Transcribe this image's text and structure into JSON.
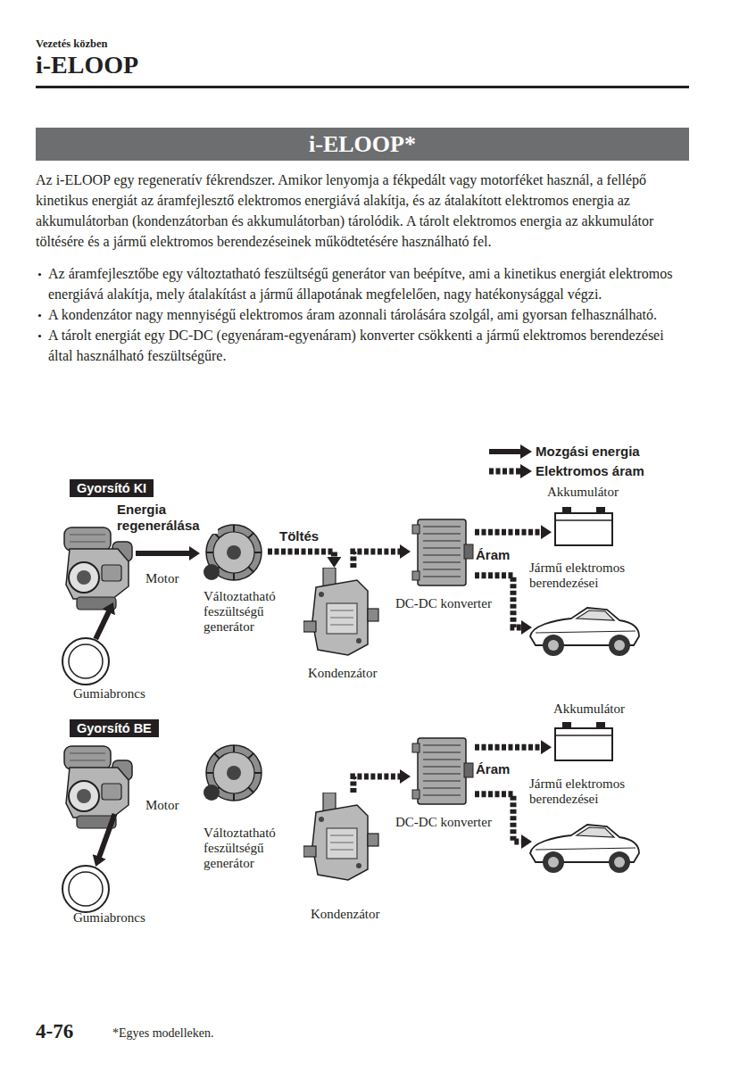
{
  "diagram": {
    "title": "i-ELOOP",
    "nodes": [
      {
        "text": [
          "i-ELOOP*"
        ]
      },
      {
        "text": [
          "Gyorsító KI"
        ]
      },
      {
        "text": [
          "Motor"
        ]
      },
      {
        "text": [
          "Gumiabroncs"
        ]
      },
      {
        "text": [
          "Változtatható feszültségű generátor"
        ]
      },
      {
        "text": [
          "Kondenzátor"
        ]
      },
      {
        "text": [
          "DC-DC konverter"
        ]
      },
      {
        "text": [
          "Akkumulátor"
        ]
      },
      {
        "text": [
          "Jármű elektromos berendezései"
        ]
      },
      {
        "text": [
          "Gyorsító BE"
        ]
      },
      {
        "text": [
          "Motor"
        ]
      },
      {
        "text": [
          "Gumiabroncs"
        ]
      },
      {
        "text": [
          "Változtatható feszültségű generátor"
        ]
      },
      {
        "text": [
          "Kondenzátor"
        ]
      },
      {
        "text": [
          "DC-DC konverter"
        ]
      },
      {
        "text": [
          "Akkumulátor"
        ]
      },
      {
        "text": [
          "Jármű elektromos berendezései"
        ]
      }
    ],
    "edges": [
      {
        "from": 3,
        "to": 2,
        "arrow": "to"
      },
      {
        "from": 2,
        "to": 4,
        "label": "Energia regenerálása",
        "arrow": "to"
      },
      {
        "from": 4,
        "to": 5,
        "label": "Töltés",
        "arrow": "to"
      },
      {
        "from": 5,
        "to": 6,
        "arrow": "to"
      },
      {
        "from": 6,
        "to": 7,
        "arrow": "to"
      },
      {
        "from": 6,
        "to": 8,
        "label": "Áram",
        "arrow": "to"
      },
      {
        "from": 10,
        "to": 11,
        "arrow": "to"
      },
      {
        "from": 13,
        "to": 14,
        "arrow": "to"
      },
      {
        "from": 14,
        "to": 15,
        "arrow": "to"
      },
      {
        "from": 14,
        "to": 16,
        "label": "Áram",
        "arrow": "to"
      }
    ],
    "labels": [
      "Vezetés közben",
      "Az i-ELOOP egy regeneratív fékrendszer. Amikor lenyomja a fékpedált vagy motorféket használ, a fellépő kinetikus energiát az áramfejlesztő elektromos energiává alakítja, és az átalakított elektromos energia az akkumulátorban (kondenzátorban és akkumulátorban) tárolódik. A tárolt elektromos energia az akkumulátor töltésére és a jármű elektromos berendezéseinek működtetésére használható fel.",
      "Az áramfejlesztőbe egy változtatható feszültségű generátor van beépítve, ami a kinetikus energiát elektromos energiává alakítja, mely átalakítást a jármű állapotának megfelelően, nagy hatékonysággal végzi.",
      "A kondenzátor nagy mennyiségű elektromos áram azonnali tárolására szolgál, ami gyorsan felhasználható.",
      "A tárolt energiát egy DC-DC (egyenáram-egyenáram) konverter csökkenti a jármű elektromos berendezései által használható feszültségűre.",
      "4-76",
      "*Egyes modelleken."
    ],
    "legend": [
      {
        "text": "Mozgási energia"
      },
      {
        "text": "Elektromos áram"
      }
    ]
  }
}
